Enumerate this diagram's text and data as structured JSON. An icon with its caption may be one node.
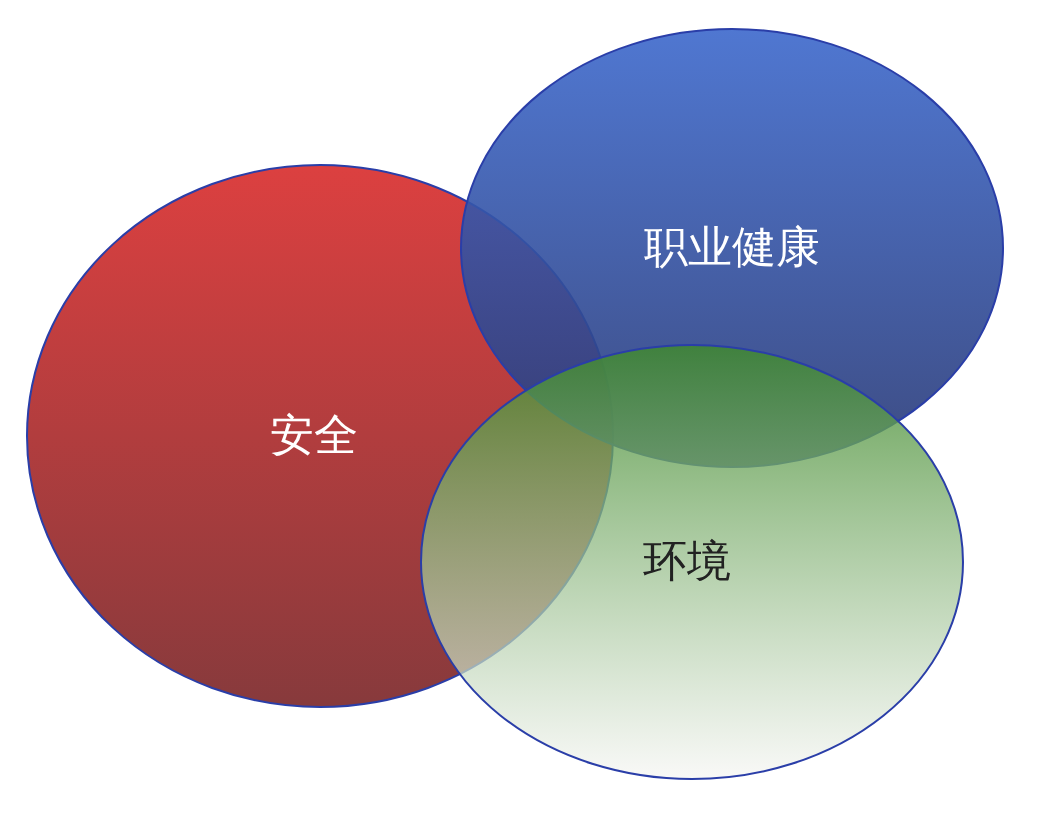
{
  "diagram": {
    "nodes": [
      {
        "text": [
          "安全"
        ]
      },
      {
        "text": [
          "职业健康"
        ]
      },
      {
        "text": [
          "环境"
        ]
      }
    ]
  }
}
